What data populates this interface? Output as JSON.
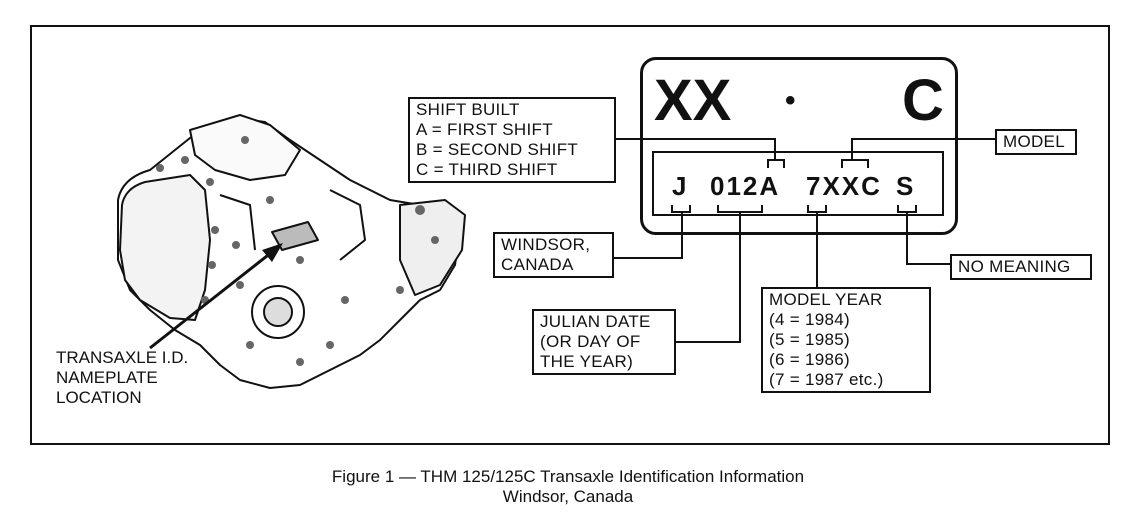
{
  "plate": {
    "top_left": "XX",
    "dot": "•",
    "top_right": "C",
    "code_j": "J",
    "code_date": "012A",
    "code_year": "7XXC",
    "code_s": "S"
  },
  "shift_built": {
    "title": "SHIFT BUILT",
    "lines": [
      "A  =  FIRST SHIFT",
      "B  =  SECOND SHIFT",
      "C  =  THIRD SHIFT"
    ]
  },
  "model_label": "MODEL",
  "windsor": {
    "lines": [
      "WINDSOR,",
      "CANADA"
    ]
  },
  "no_meaning": "NO MEANING",
  "julian": {
    "lines": [
      "JULIAN DATE",
      "(OR DAY OF",
      "THE YEAR)"
    ]
  },
  "model_year": {
    "title": "MODEL YEAR",
    "lines": [
      "(4  =  1984)",
      "(5  =  1985)",
      "(6  =  1986)",
      "(7  =  1987 etc.)"
    ]
  },
  "nameplate_label": {
    "lines": [
      "TRANSAXLE I.D.",
      "NAMEPLATE",
      "LOCATION"
    ]
  },
  "caption": {
    "line1": "Figure 1 — THM 125/125C Transaxle Identification Information",
    "line2": "Windsor, Canada"
  }
}
